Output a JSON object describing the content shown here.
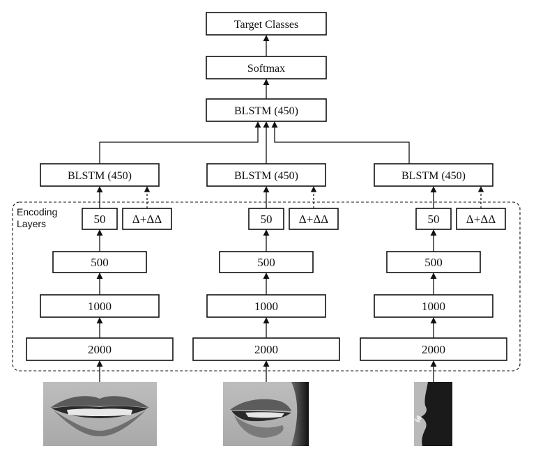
{
  "top": {
    "target_label": "Target Classes",
    "softmax_label": "Softmax",
    "blstm_label": "BLSTM (450)"
  },
  "encoding_group": {
    "label_line1": "Encoding",
    "label_line2": "Layers"
  },
  "streams": [
    {
      "blstm_label": "BLSTM (450)",
      "layers": [
        "2000",
        "1000",
        "500",
        "50"
      ],
      "delta_label": "Δ+ΔΔ",
      "image": "mouth-frontal-view"
    },
    {
      "blstm_label": "BLSTM (450)",
      "layers": [
        "2000",
        "1000",
        "500",
        "50"
      ],
      "delta_label": "Δ+ΔΔ",
      "image": "mouth-45-degree-view"
    },
    {
      "blstm_label": "BLSTM (450)",
      "layers": [
        "2000",
        "1000",
        "500",
        "50"
      ],
      "delta_label": "Δ+ΔΔ",
      "image": "mouth-profile-view"
    }
  ]
}
